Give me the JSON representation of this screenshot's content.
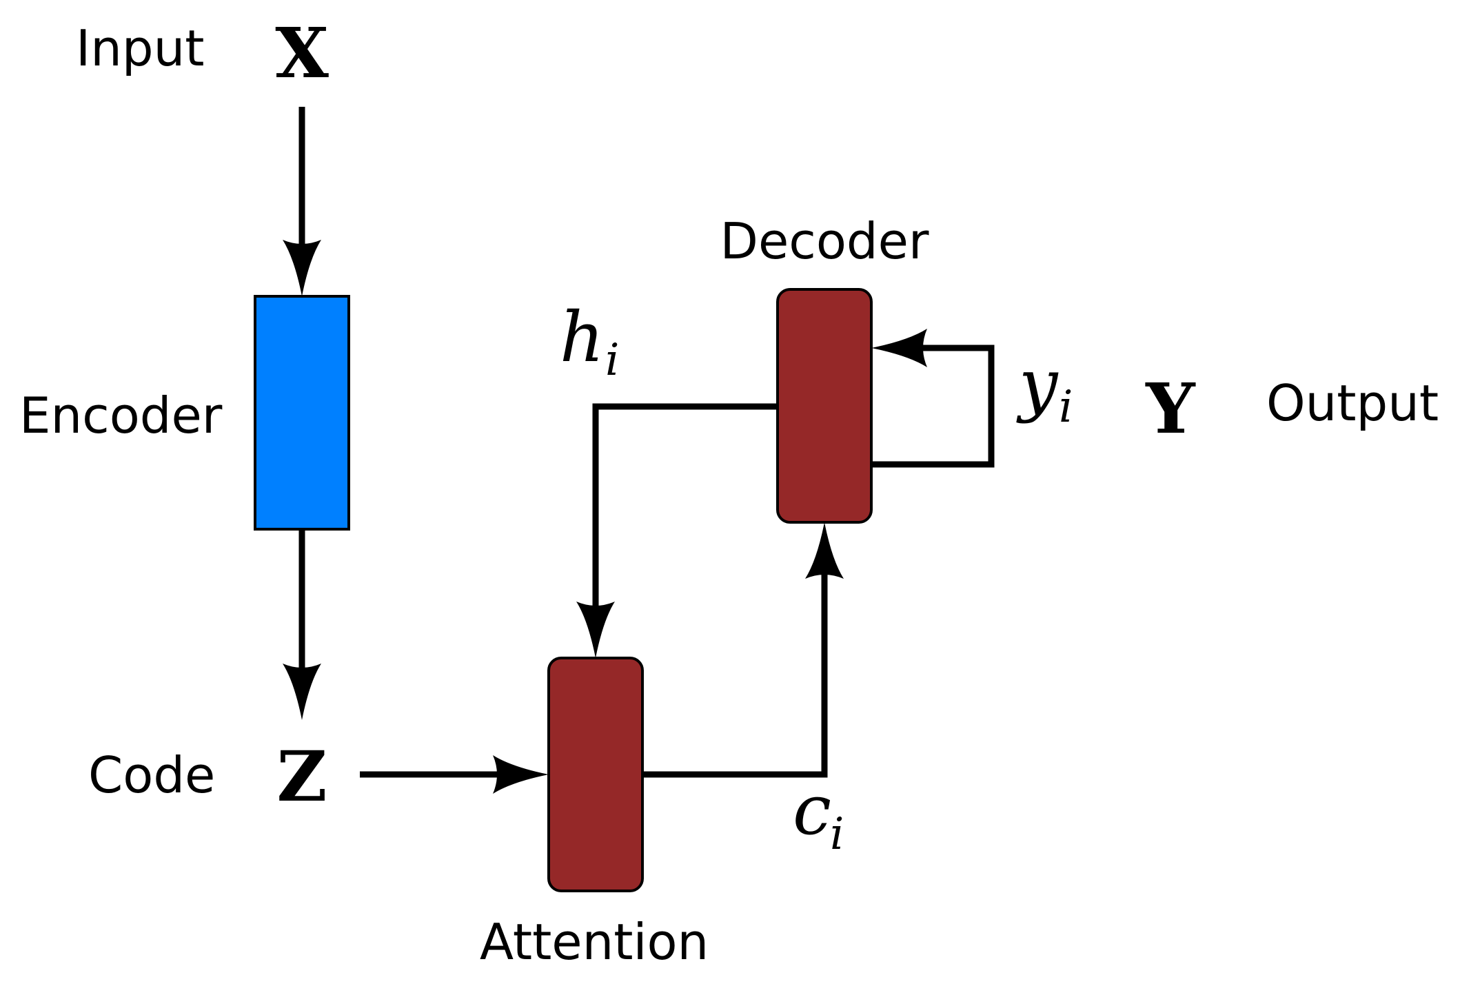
{
  "labels": {
    "input": "Input",
    "encoder": "Encoder",
    "code": "Code",
    "attention": "Attention",
    "decoder": "Decoder",
    "output": "Output"
  },
  "symbols": {
    "x": "X",
    "z": "Z",
    "y": "Y",
    "h": "h",
    "h_sub": "i",
    "c": "c",
    "c_sub": "i",
    "yi": "y",
    "yi_sub": "i"
  },
  "colors": {
    "encoder": "#0080ff",
    "attention": "#952828",
    "decoder": "#952828",
    "stroke": "#000000"
  }
}
